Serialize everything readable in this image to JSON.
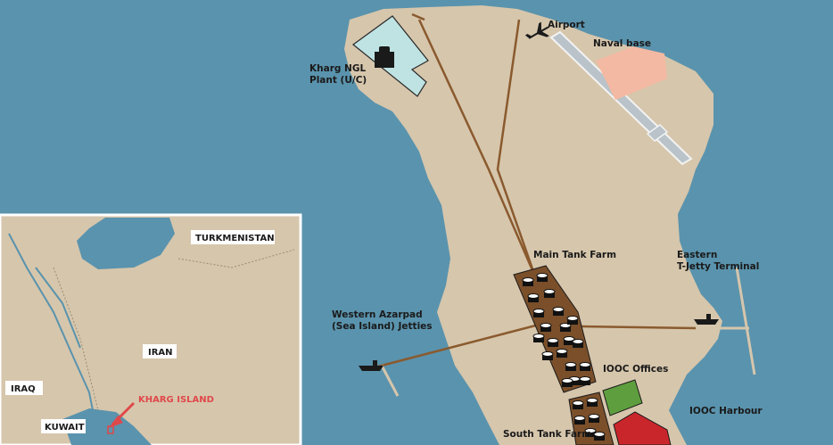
{
  "map": {
    "labels": {
      "airport": "Airport",
      "naval_base": "Naval base",
      "ngl_plant_line1": "Kharg NGL",
      "ngl_plant_line2": "Plant (U/C)",
      "main_tank_farm": "Main Tank Farm",
      "eastern_jetty_line1": "Eastern",
      "eastern_jetty_line2": "T-Jetty Terminal",
      "western_jetties_line1": "Western Azarpad",
      "western_jetties_line2": "(Sea Island) Jetties",
      "iooc_offices": "IOOC Offices",
      "iooc_harbour": "IOOC Harbour",
      "south_tank_farm": "South Tank Farm"
    },
    "colors": {
      "sea": "#5a93ad",
      "land": "#d6c6ac",
      "pipeline": "#8a5a2e",
      "tank_farm": "#7a4f2a",
      "ngl_plant": "#bfe3e3",
      "naval_base": "#f4b9a2",
      "iooc_offices": "#5e9e3e",
      "iooc_red": "#c9262c",
      "runway": "#b9c3c9"
    },
    "icons": [
      "airplane-icon",
      "ship-icon",
      "plant-icon",
      "oil-tank-icon"
    ]
  },
  "inset": {
    "labels": {
      "turkmenistan": "TURKMENISTAN",
      "iran": "IRAN",
      "iraq": "IRAQ",
      "kuwait": "KUWAIT",
      "kharg_island": "KHARG ISLAND"
    },
    "colors": {
      "land": "#d6c6ac",
      "water": "#5a93ad",
      "highlight": "#e0484a"
    }
  }
}
